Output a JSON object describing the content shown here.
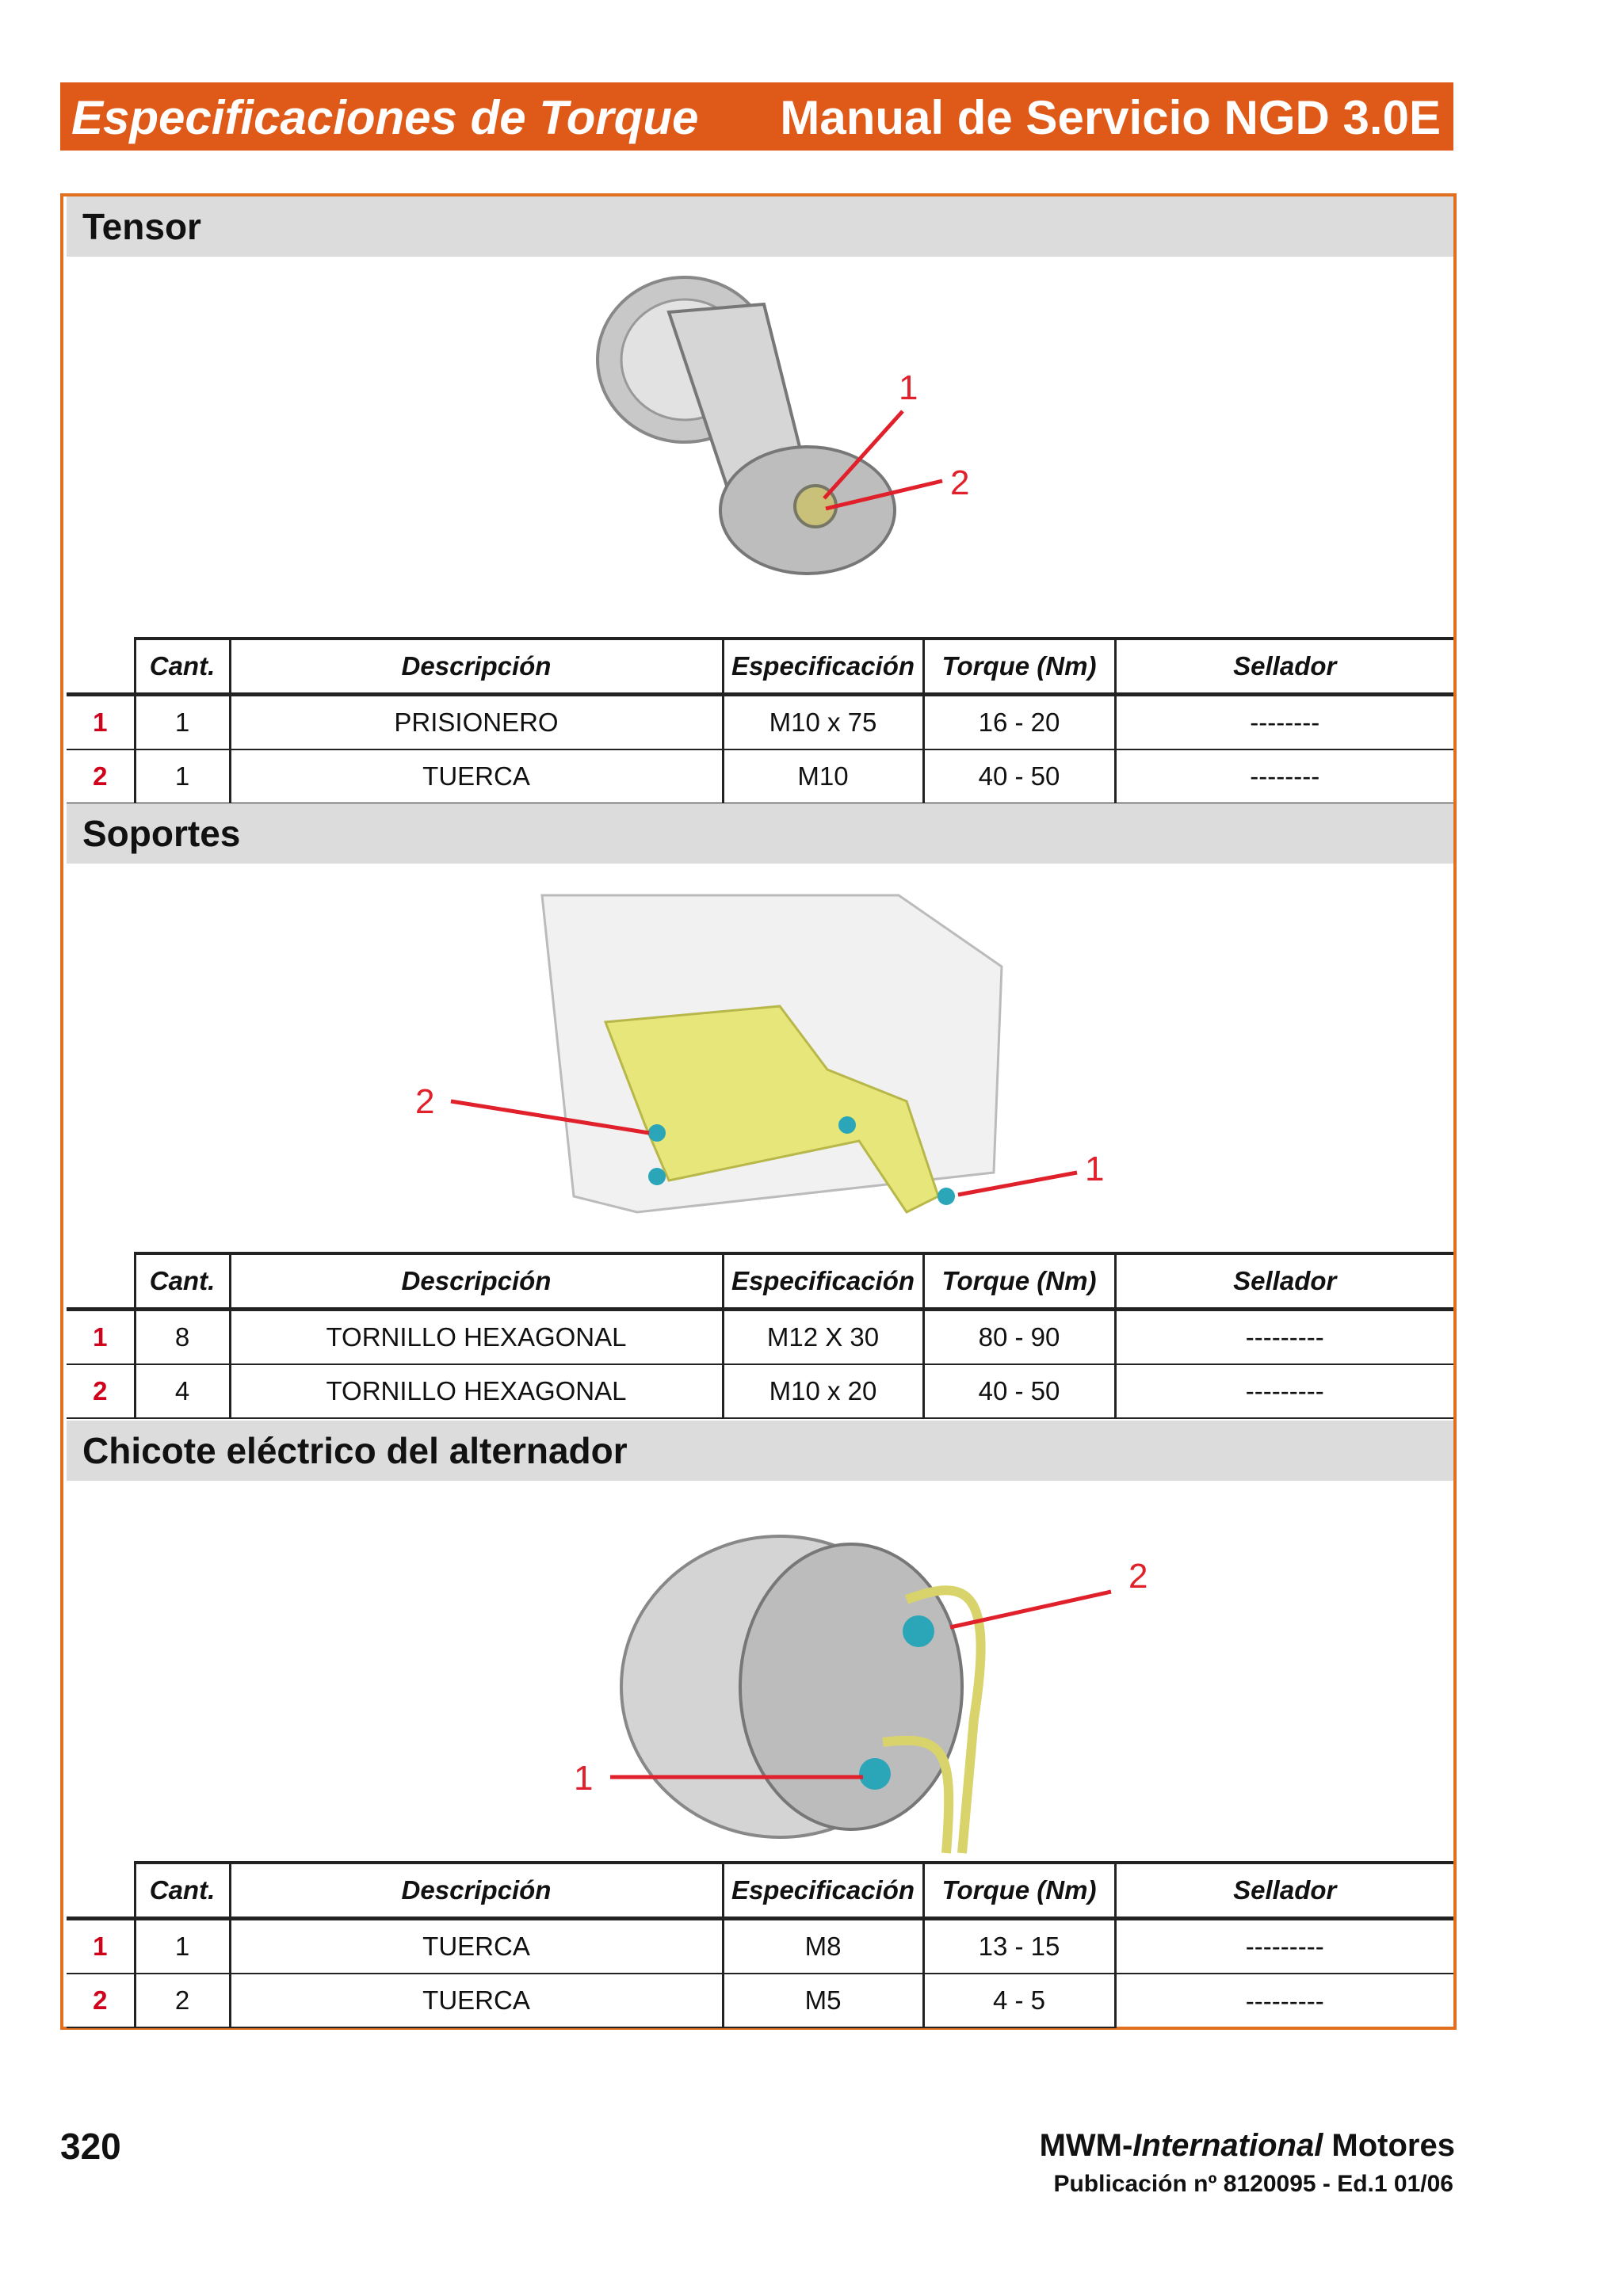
{
  "header": {
    "left": "Especificaciones de Torque",
    "right": "Manual de Servicio NGD 3.0E"
  },
  "columns": {
    "qty": "Cant.",
    "desc": "Descripción",
    "spec": "Especificación",
    "torque": "Torque (Nm)",
    "sealer": "Sellador"
  },
  "sections": [
    {
      "title": "Tensor",
      "rows": [
        {
          "num": "1",
          "qty": "1",
          "desc": "PRISIONERO",
          "spec": "M10 x 75",
          "torque": "16 - 20",
          "sealer": "--------"
        },
        {
          "num": "2",
          "qty": "1",
          "desc": "TUERCA",
          "spec": "M10",
          "torque": "40 - 50",
          "sealer": "--------"
        }
      ]
    },
    {
      "title": "Soportes",
      "rows": [
        {
          "num": "1",
          "qty": "8",
          "desc": "TORNILLO HEXAGONAL",
          "spec": "M12 X 30",
          "torque": "80 - 90",
          "sealer": "---------"
        },
        {
          "num": "2",
          "qty": "4",
          "desc": "TORNILLO HEXAGONAL",
          "spec": "M10 x 20",
          "torque": "40 - 50",
          "sealer": "---------"
        }
      ]
    },
    {
      "title": "Chicote  eléctrico  del  alternador",
      "rows": [
        {
          "num": "1",
          "qty": "1",
          "desc": "TUERCA",
          "spec": "M8",
          "torque": "13 - 15",
          "sealer": "---------"
        },
        {
          "num": "2",
          "qty": "2",
          "desc": "TUERCA",
          "spec": "M5",
          "torque": "4 - 5",
          "sealer": "---------"
        }
      ]
    }
  ],
  "figures": {
    "tensor": {
      "callouts": [
        "1",
        "2"
      ]
    },
    "soportes": {
      "callouts": [
        "2",
        "1"
      ]
    },
    "alternador": {
      "callouts": [
        "2",
        "1"
      ]
    }
  },
  "footer": {
    "page": "320",
    "brand_pre": "MWM-",
    "brand_it": "International",
    "brand_post": " Motores",
    "pub": "Publicación nº 8120095 - Ed.1 01/06"
  },
  "colors": {
    "header_bg": "#df5a18",
    "frame": "#e0701f",
    "callout": "#e0202a",
    "section_bg": "#dcdcdc"
  }
}
